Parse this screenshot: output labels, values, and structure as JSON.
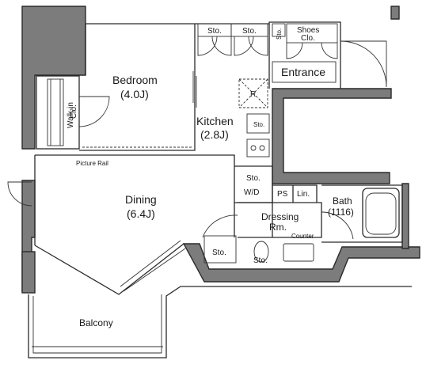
{
  "rooms": {
    "bedroom": "Bedroom",
    "bedroom_size": "(4.0J)",
    "kitchen": "Kitchen",
    "kitchen_size": "(2.8J)",
    "dining": "Dining",
    "dining_size": "(6.4J)",
    "entrance": "Entrance",
    "balcony": "Balcony",
    "bath": "Bath",
    "bath_size": "(1116)",
    "dressing": "Dressing",
    "dressing_rm": "Rm.",
    "walkin": "Walk-in",
    "walkin_clo": "Clo."
  },
  "labels": {
    "sto": "Sto.",
    "shoes": "Shoes",
    "shoes_clo": "Clo.",
    "r": "R",
    "wd": "W/D",
    "ps": "PS",
    "lin": "Lin.",
    "counter": "Counter",
    "picture_rail": "Picture Rail"
  }
}
